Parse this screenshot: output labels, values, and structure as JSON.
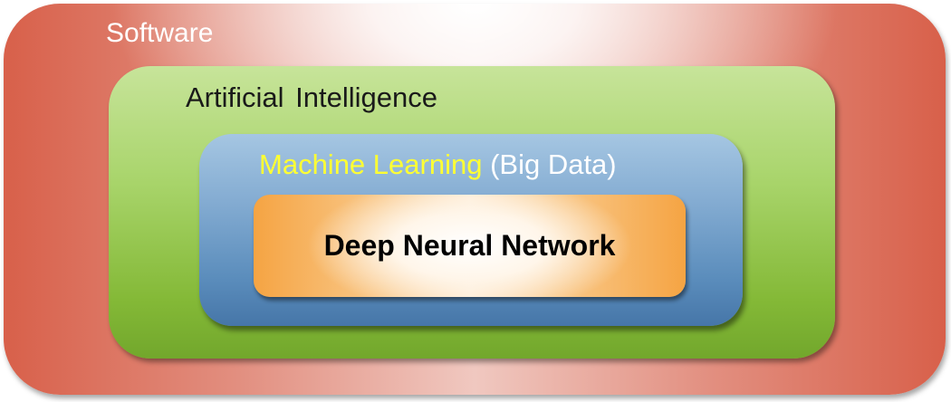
{
  "diagram": {
    "layers": [
      {
        "id": "software",
        "label": "Software",
        "color": "#d8604a"
      },
      {
        "id": "artificial-intelligence",
        "label": "Artificial Intelligence",
        "color": "#84b937"
      },
      {
        "id": "machine-learning",
        "label": "Machine Learning",
        "label_suffix": "(Big Data)",
        "color": "#5b8dbc"
      },
      {
        "id": "deep-neural-network",
        "label": "Deep Neural Network",
        "color": "#f5a443"
      }
    ],
    "colors": {
      "machine_learning_text": "#ffff33",
      "label_light": "#ffffff",
      "label_dark": "#1a1a1a"
    }
  }
}
